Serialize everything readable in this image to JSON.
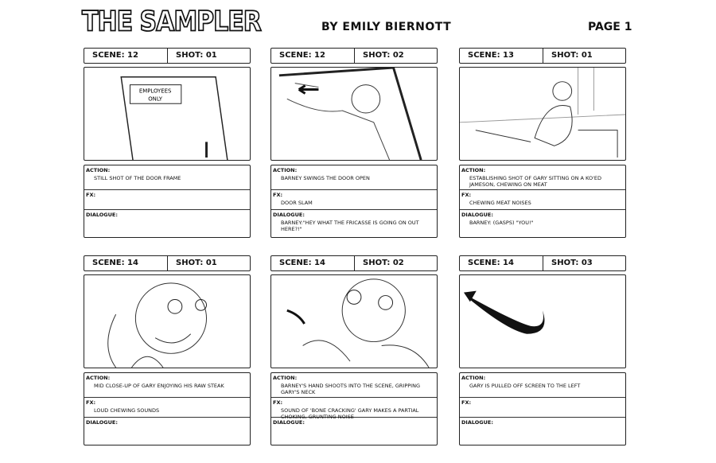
{
  "title": "THE SAMPLER",
  "author": "BY EMILY BIERNOTT",
  "page": "PAGE 1",
  "labels": {
    "action": "ACTION:",
    "fx": "FX:",
    "dialogue": "DIALOGUE:"
  },
  "panels": [
    {
      "scene": "SCENE: 12",
      "shot": "SHOT: 01",
      "action": "STILL SHOT OF THE DOOR FRAME",
      "fx": "",
      "dialogue": "",
      "sign": "EMPLOYEES ONLY"
    },
    {
      "scene": "SCENE: 12",
      "shot": "SHOT: 02",
      "action": "BARNEY SWINGS THE DOOR OPEN",
      "fx": "DOOR SLAM",
      "dialogue": "BARNEY:\"HEY WHAT THE FRICASSE IS GOING ON OUT HERE?!\""
    },
    {
      "scene": "SCENE: 13",
      "shot": "SHOT: 01",
      "action": "ESTABLISHING SHOT OF GARY SITTING ON A KO'ED JAMESON, CHEWING ON MEAT",
      "fx": "CHEWING MEAT NOISES",
      "dialogue": "BARNEY: (GASPS) \"YOU!\""
    },
    {
      "scene": "SCENE: 14",
      "shot": "SHOT: 01",
      "action": "MID CLOSE-UP OF GARY ENJOYING HIS RAW STEAK",
      "fx": "LOUD CHEWING SOUNDS",
      "dialogue": ""
    },
    {
      "scene": "SCENE: 14",
      "shot": "SHOT: 02",
      "action": "BARNEY'S HAND SHOOTS INTO THE SCENE, GRIPPING GARY'S NECK",
      "fx": "SOUND OF 'BONE CRACKING' GARY MAKES A PARTIAL CHOKING, GRUNTING NOISE",
      "dialogue": ""
    },
    {
      "scene": "SCENE: 14",
      "shot": "SHOT: 03",
      "action": "GARY IS PULLED OFF SCREEN TO THE LEFT",
      "fx": "",
      "dialogue": ""
    }
  ]
}
